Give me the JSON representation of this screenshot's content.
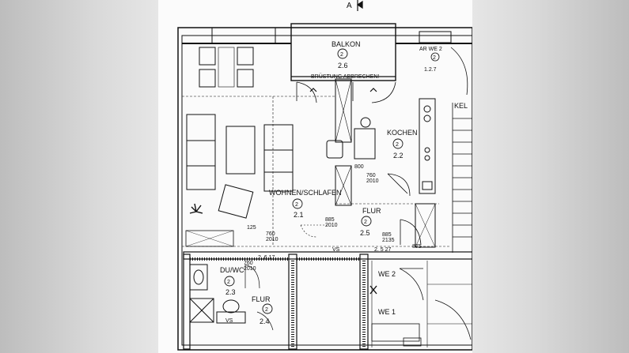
{
  "section_marker": "A",
  "rooms": {
    "balkon": {
      "name": "BALKON",
      "no": "2",
      "area": "2.6"
    },
    "brustung": {
      "text": "BRÜSTUNG ABBRECHEN!"
    },
    "ar_we2": {
      "name": "AR WE 2",
      "no": "2",
      "area": "1.2.7"
    },
    "kel": {
      "text": "KEL"
    },
    "kochen": {
      "name": "KOCHEN",
      "no": "2",
      "area": "2.2"
    },
    "wohnen": {
      "name": "WOHNEN/SCHLAFEN",
      "no": "2",
      "area": "2.1"
    },
    "flur_main": {
      "name": "FLUR",
      "no": "2",
      "area": "2.5"
    },
    "duwc": {
      "name": "DU/WC",
      "no": "2",
      "area": "2.3"
    },
    "flur_small": {
      "name": "FLUR",
      "no": "2",
      "area": "2.4"
    },
    "we2": {
      "text": "WE 2"
    },
    "we1": {
      "text": "WE 1"
    }
  },
  "dims": {
    "d_800": "800",
    "d_760_2010_kitchen": "760\n2010",
    "d_885_2010": "885\n2010",
    "d_885_2135": "885\n2135",
    "d_875": "875",
    "d_125": "125",
    "d_760_2010_bath": "760\n2010",
    "d_760_2010_door": "760\n2010",
    "d_2_6_17": "2, 6  17",
    "d_2_5_27": "2. 5  27",
    "d_vs1": "VS",
    "d_vs2": "VS"
  }
}
